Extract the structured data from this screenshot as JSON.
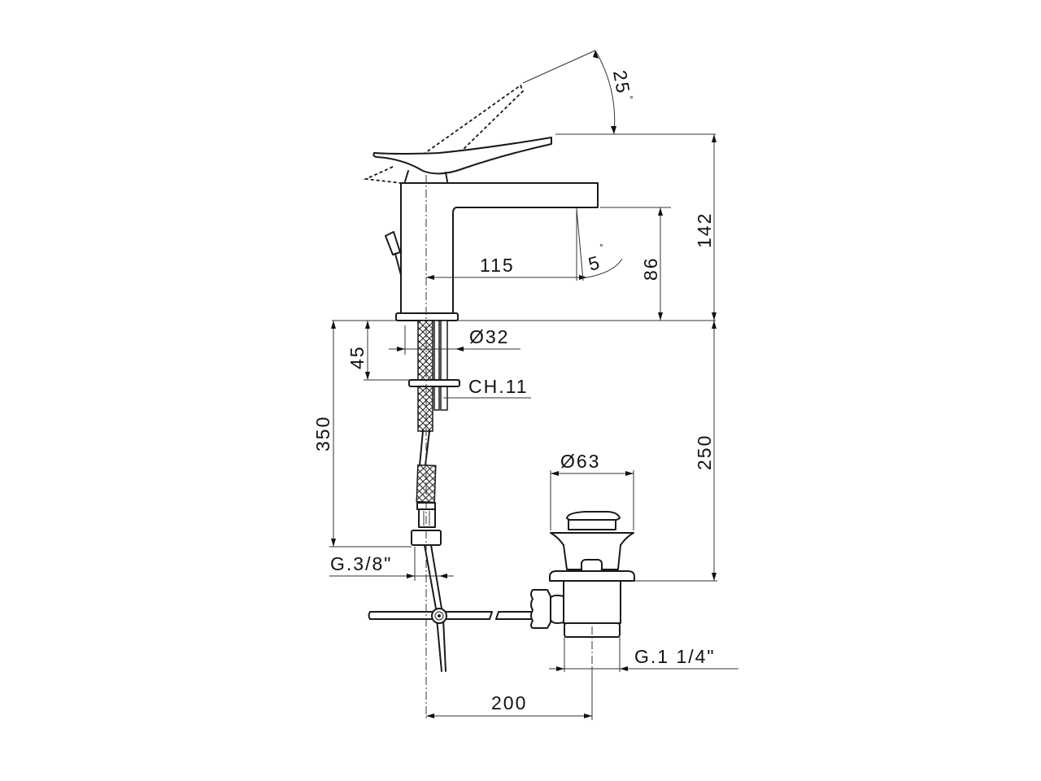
{
  "drawing": {
    "title": "Single-lever basin mixer with pop-up waste - technical dimension drawing",
    "units": "mm",
    "dimensions": {
      "lever_angle": "25",
      "spout_angle": "5",
      "degree_symbol": "°",
      "total_height": "142",
      "spout_height": "86",
      "spout_reach": "115",
      "body_diameter": "Ø32",
      "shank_length": "45",
      "nut_key": "CH.11",
      "hose_length": "350",
      "waste_depth": "250",
      "waste_diameter": "Ø63",
      "hose_thread": "G.3/8\"",
      "waste_thread": "G.1 1/4\"",
      "rod_distance": "200"
    }
  }
}
